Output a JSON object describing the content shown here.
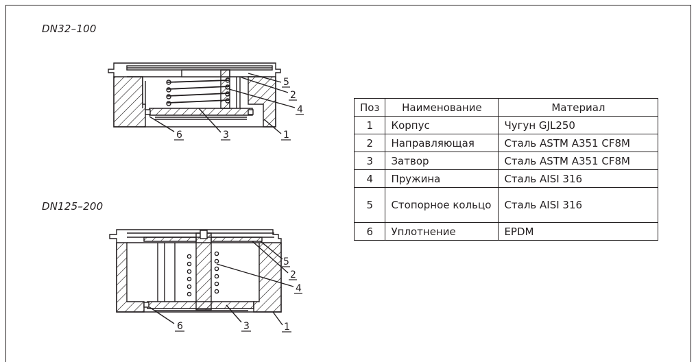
{
  "sections": [
    {
      "label": "DN32–100"
    },
    {
      "label": "DN125–200"
    }
  ],
  "callouts_top": [
    "5",
    "2",
    "4",
    "1",
    "3",
    "6"
  ],
  "callouts_bottom": [
    "5",
    "2",
    "4",
    "1",
    "3",
    "6"
  ],
  "table": {
    "headers": [
      "Поз",
      "Наименование",
      "Материал"
    ],
    "rows": [
      {
        "pos": "1",
        "name": "Корпус",
        "material": "Чугун GJL250"
      },
      {
        "pos": "2",
        "name": "Направляющая",
        "material": "Сталь ASTM A351 CF8M"
      },
      {
        "pos": "3",
        "name": "Затвор",
        "material": "Сталь ASTM A351 CF8M"
      },
      {
        "pos": "4",
        "name": "Пружина",
        "material": "Сталь AISI 316"
      },
      {
        "pos": "5",
        "name": "Стопорное кольцо",
        "material": "Сталь AISI 316"
      },
      {
        "pos": "6",
        "name": "Уплотнение",
        "material": "EPDM"
      }
    ]
  }
}
